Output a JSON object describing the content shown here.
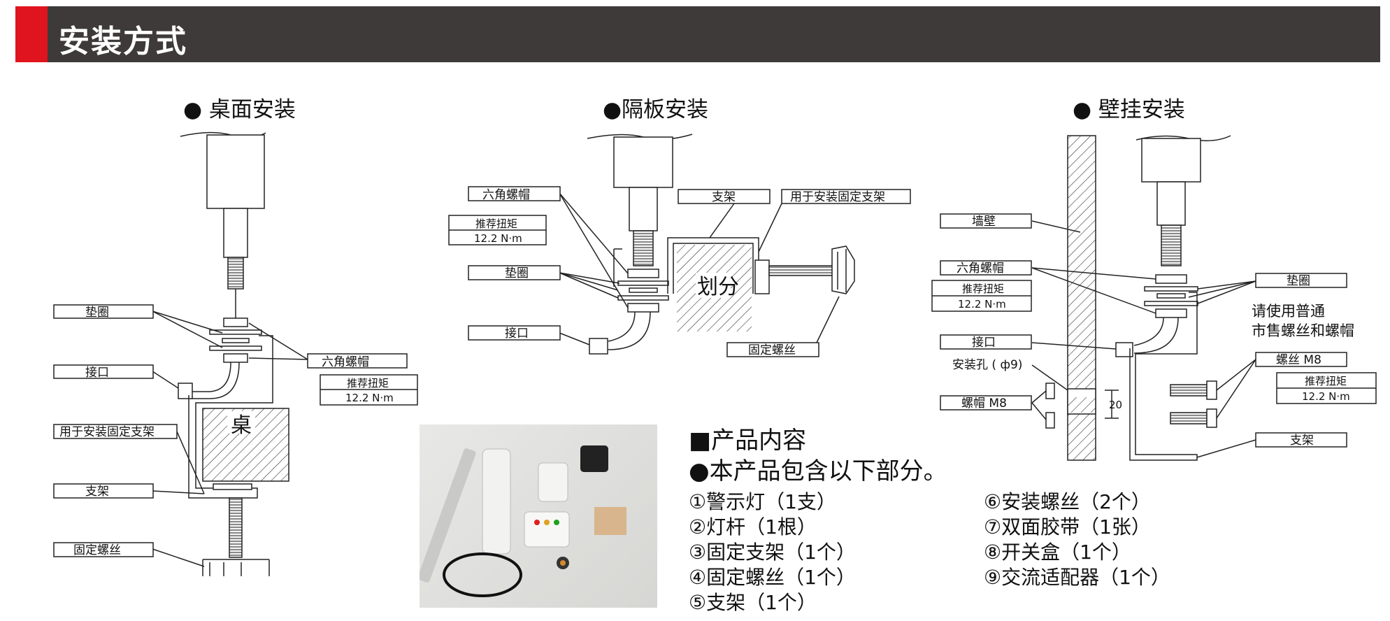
{
  "header": {
    "title": "安装方式"
  },
  "sections": {
    "desk": {
      "title": "● 桌面安装",
      "labels": {
        "washer": "垫圈",
        "connector": "接口",
        "hex_nut": "六角螺帽",
        "torque_title": "推荐扭矩",
        "torque_value": "12.2 N·m",
        "bracket_fix": "用于安装固定支架",
        "bracket": "支架",
        "screw": "固定螺丝",
        "desk": "桌"
      }
    },
    "partition": {
      "title": "●隔板安装",
      "labels": {
        "hex_nut": "六角螺帽",
        "torque_title": "推荐扭矩",
        "torque_value": "12.2 N·m",
        "washer": "垫圈",
        "connector": "接口",
        "bracket": "支架",
        "bracket_fix": "用于安装固定支架",
        "screw": "固定螺丝",
        "board": "划分"
      }
    },
    "wall": {
      "title": "● 壁挂安装",
      "labels": {
        "wall": "墙壁",
        "hex_nut": "六角螺帽",
        "torque_title": "推荐扭矩",
        "torque_value": "12.2 N·m",
        "connector": "接口",
        "hole": "安装孔 ( ф9)",
        "nut_m8": "螺帽 M8",
        "washer": "垫圈",
        "note_line1": "请使用普通",
        "note_line2": "市售螺丝和螺帽",
        "bolt_m8": "螺丝 M8",
        "torque_title2": "推荐扭矩",
        "torque_value2": "12.2 N·m",
        "bracket": "支架",
        "dim": "20"
      }
    }
  },
  "contents": {
    "heading1": "■产品内容",
    "heading2": "●本产品包含以下部分。",
    "col1": [
      "①警示灯（1支）",
      "②灯杆（1根）",
      "③固定支架（1个）",
      "④固定螺丝（1个）",
      "⑤支架（1个）"
    ],
    "col2": [
      "⑥安装螺丝（2个）",
      "⑦双面胶带（1张）",
      "⑧开关盒（1个）",
      "⑨交流适配器（1个）"
    ]
  },
  "colors": {
    "header_bg": "#3d3a39",
    "accent": "#e0141e"
  }
}
